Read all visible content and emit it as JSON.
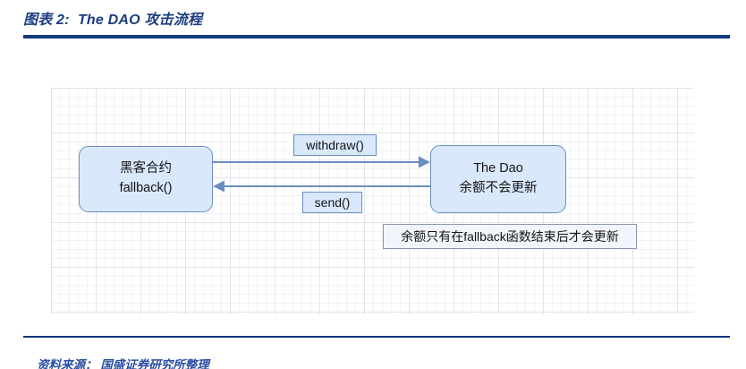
{
  "figure": {
    "title": "图表 2:  The DAO 攻击流程",
    "source_label": "资料来源： ",
    "source": "国盛证券研究所整理"
  },
  "diagram": {
    "type": "flow-diagram",
    "nodes": [
      {
        "id": "hacker-contract",
        "line1": "黑客合约",
        "line2": "fallback()"
      },
      {
        "id": "the-dao",
        "line1": "The Dao",
        "line2": "余额不会更新"
      }
    ],
    "edges": [
      {
        "from": "hacker-contract",
        "to": "the-dao",
        "label": "withdraw()",
        "direction": "right"
      },
      {
        "from": "the-dao",
        "to": "hacker-contract",
        "label": "send()",
        "direction": "left"
      }
    ],
    "note": "余额只有在fallback函数结束后才会更新"
  },
  "colors": {
    "rule_navy": "#14387c",
    "title_text": "#1d3c80",
    "source_text": "#2a4fa2",
    "node_fill": "#dae8fc",
    "node_border": "#6c8ebf",
    "arrow": "#6c8ebf",
    "note_fill": "#f2f6fc",
    "note_border": "#8b97ad",
    "grid_minor": "#f2f3f5",
    "grid_major": "#e2e4e8"
  }
}
